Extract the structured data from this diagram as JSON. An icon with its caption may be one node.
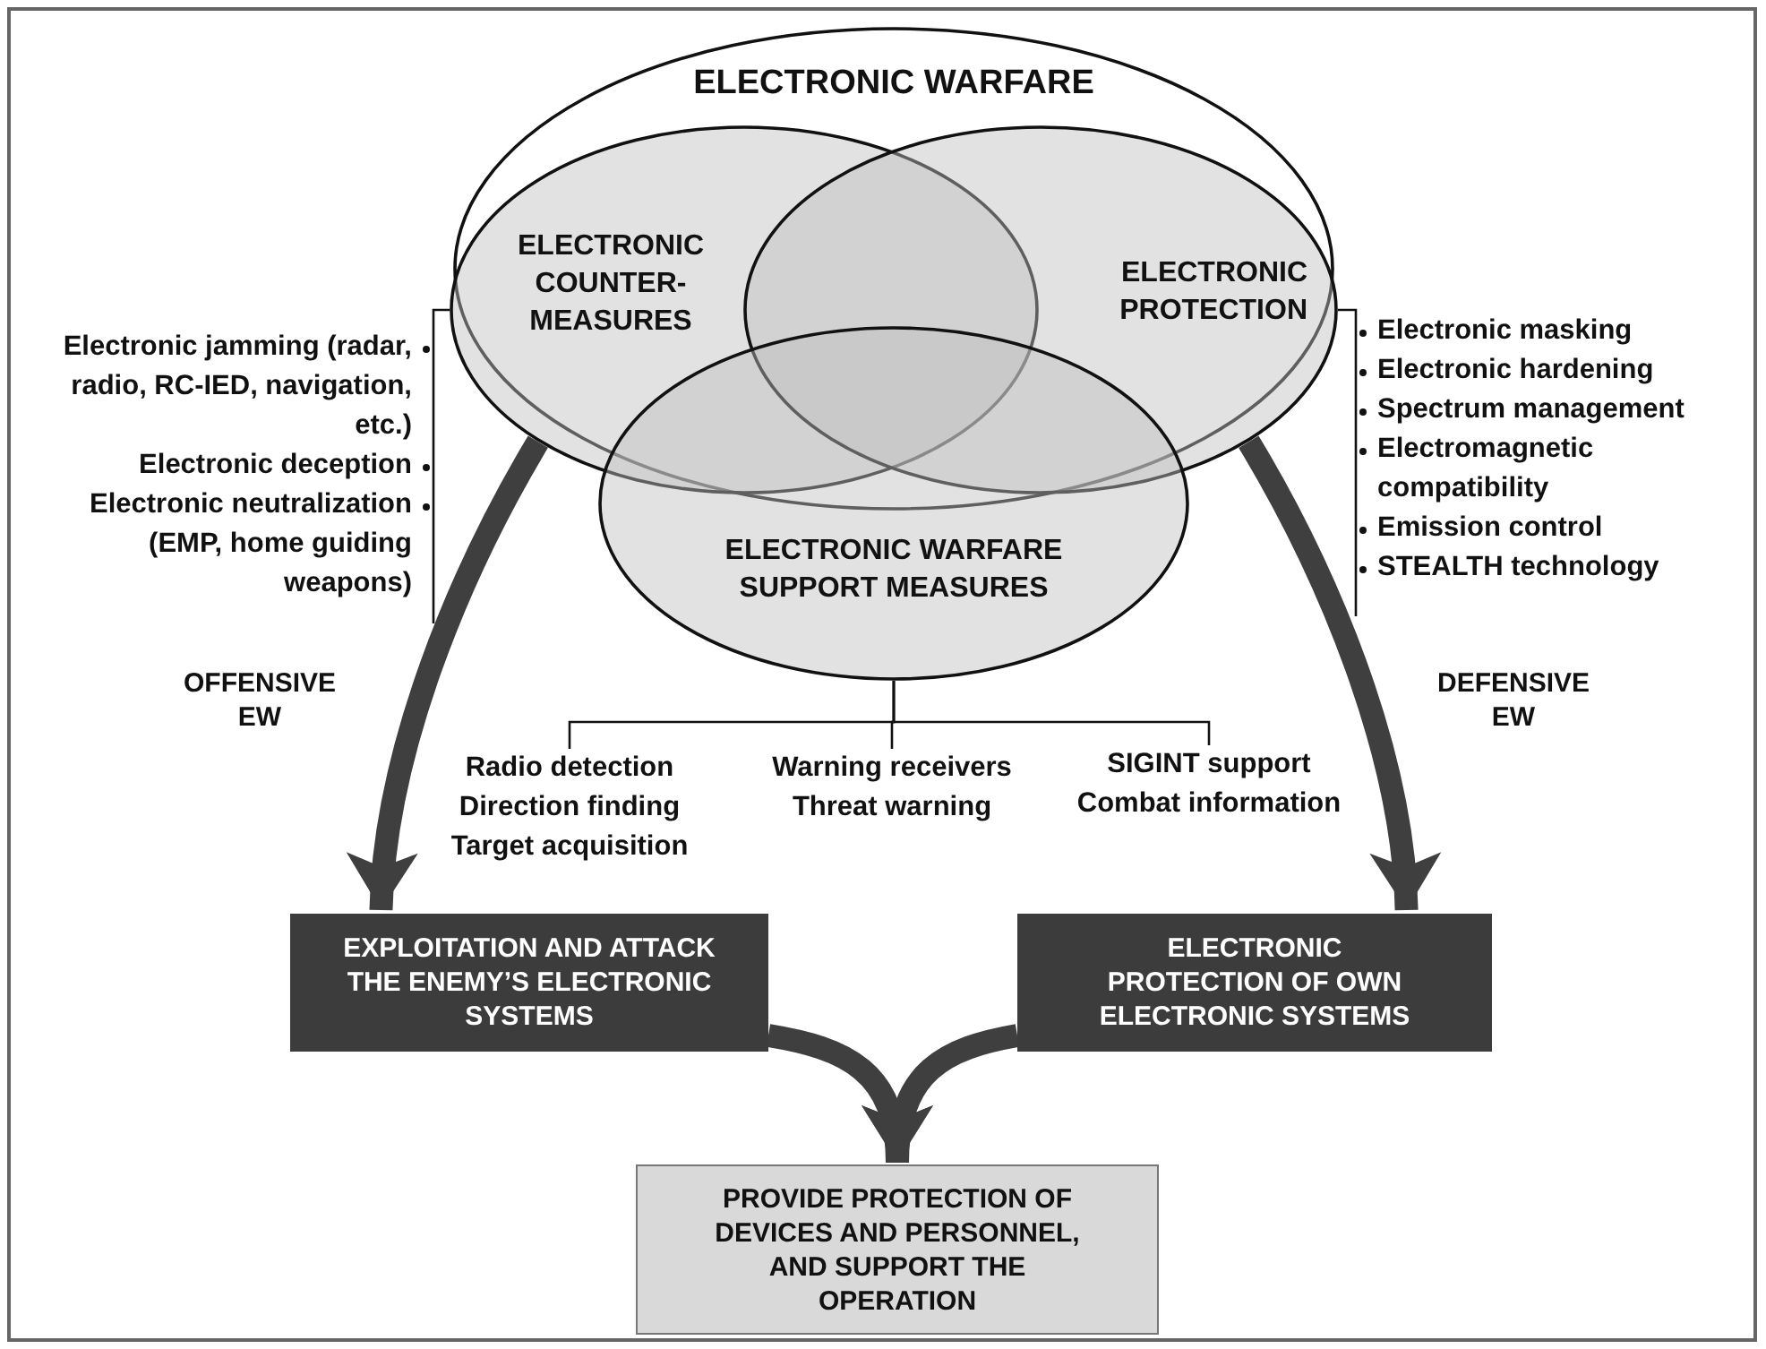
{
  "diagram": {
    "nodes": [
      {
        "text": [
          "ELECTRONIC WARFARE"
        ]
      },
      {
        "text": [
          "ELECTRONIC COUNTER- MEASURES"
        ],
        "in": 0
      },
      {
        "text": [
          "ELECTRONIC PROTECTION"
        ],
        "in": 0
      },
      {
        "text": [
          "ELECTRONIC WARFARE SUPPORT MEASURES"
        ]
      },
      {
        "text": [
          "Electronic jamming (radar, radio, RC-IED, navigation, etc.)",
          "Electronic deception",
          "Electronic neutralization (EMP, home guiding weapons)"
        ]
      },
      {
        "text": [
          "Electronic masking",
          "Electronic hardening",
          "Spectrum management",
          "Electromagnetic compatibility",
          "Emission control",
          "STEALTH technology"
        ]
      },
      {
        "text": [
          "Radio detection",
          "Direction finding",
          "Target acquisition"
        ]
      },
      {
        "text": [
          "Warning receivers",
          "Threat warning"
        ]
      },
      {
        "text": [
          "SIGINT support",
          "Combat information"
        ]
      },
      {
        "text": [
          "EXPLOITATION AND ATTACK THE ENEMY’S ELECTRONIC SYSTEMS"
        ]
      },
      {
        "text": [
          "ELECTRONIC PROTECTION OF OWN ELECTRONIC SYSTEMS"
        ]
      },
      {
        "text": [
          "PROVIDE PROTECTION OF DEVICES AND PERSONNEL, AND SUPPORT THE OPERATION"
        ]
      }
    ],
    "edges": [
      {
        "from": 1,
        "to": 4,
        "arrow": "none"
      },
      {
        "from": 2,
        "to": 5,
        "arrow": "none"
      },
      {
        "from": 3,
        "to": 6,
        "arrow": "none"
      },
      {
        "from": 3,
        "to": 7,
        "arrow": "none"
      },
      {
        "from": 3,
        "to": 8,
        "arrow": "none"
      },
      {
        "from": 1,
        "to": 9,
        "arrow": "to",
        "style": "thick",
        "label": "OFFENSIVE EW"
      },
      {
        "from": 2,
        "to": 10,
        "arrow": "to",
        "style": "thick",
        "label": "DEFENSIVE EW"
      },
      {
        "from": 9,
        "to": 11,
        "arrow": "to",
        "style": "thick"
      },
      {
        "from": 10,
        "to": 11,
        "arrow": "to",
        "style": "thick"
      }
    ]
  }
}
